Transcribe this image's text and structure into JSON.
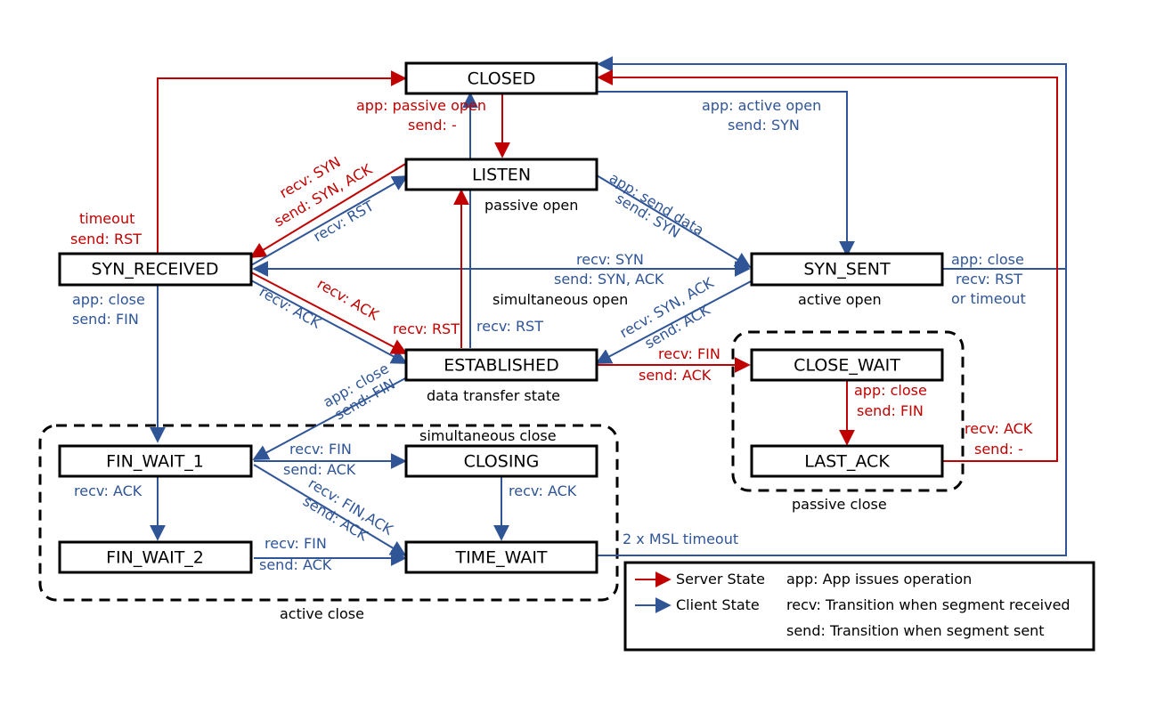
{
  "colors": {
    "server": "#c00000",
    "client": "#2f5597"
  },
  "states": {
    "closed": "CLOSED",
    "listen": "LISTEN",
    "syn_received": "SYN_RECEIVED",
    "syn_sent": "SYN_SENT",
    "established": "ESTABLISHED",
    "close_wait": "CLOSE_WAIT",
    "last_ack": "LAST_ACK",
    "fin_wait_1": "FIN_WAIT_1",
    "closing": "CLOSING",
    "fin_wait_2": "FIN_WAIT_2",
    "time_wait": "TIME_WAIT"
  },
  "notes": {
    "passive_open": "passive open",
    "active_open": "active open",
    "simultaneous_open": "simultaneous open",
    "data_transfer_state": "data transfer state",
    "simultaneous_close": "simultaneous close",
    "passive_close": "passive close",
    "active_close": "active close"
  },
  "transitions": {
    "closed_listen_1": "app: passive open",
    "closed_listen_2": "send: -",
    "closed_synsent_1": "app: active open",
    "closed_synsent_2": "send: SYN",
    "listen_synrcvd_1": "recv: SYN",
    "listen_synrcvd_2": "send: SYN, ACK",
    "synrcvd_listen": "recv: RST",
    "synrcvd_closed_1": "timeout",
    "synrcvd_closed_2": "send: RST",
    "listen_synsent_1": "app: send data",
    "listen_synsent_2": "send: SYN",
    "synsent_synrcvd_1": "recv: SYN",
    "synsent_synrcvd_2": "send: SYN, ACK",
    "synsent_closed_1": "app: close",
    "synsent_closed_2": "recv: RST",
    "synsent_closed_3": "or timeout",
    "synrcvd_finwait1_1": "app: close",
    "synrcvd_finwait1_2": "send: FIN",
    "synrcvd_est_client": "recv: ACK",
    "synrcvd_est_server": "recv: ACK",
    "est_listen": "recv: RST",
    "est_closed": "recv: RST",
    "synsent_est_1": "recv: SYN, ACK",
    "synsent_est_2": "send: ACK",
    "est_closewait_1": "recv: FIN",
    "est_closewait_2": "send: ACK",
    "closewait_lastack_1": "app: close",
    "closewait_lastack_2": "send: FIN",
    "lastack_closed_1": "recv: ACK",
    "lastack_closed_2": "send: -",
    "est_finwait1_1": "app: close",
    "est_finwait1_2": "send: FIN",
    "finwait1_closing_1": "recv: FIN",
    "finwait1_closing_2": "send: ACK",
    "finwait1_finwait2": "recv: ACK",
    "finwait1_timewait_1": "recv: FIN,ACK",
    "finwait1_timewait_2": "send: ACK",
    "closing_timewait": "recv: ACK",
    "finwait2_timewait_1": "recv: FIN",
    "finwait2_timewait_2": "send: ACK",
    "timewait_closed": "2 x MSL timeout"
  },
  "legend": {
    "server_state": "Server State",
    "client_state": "Client State",
    "app_desc": "app: App issues operation",
    "recv_desc": "recv: Transition when segment received",
    "send_desc": "send: Transition when segment sent"
  }
}
